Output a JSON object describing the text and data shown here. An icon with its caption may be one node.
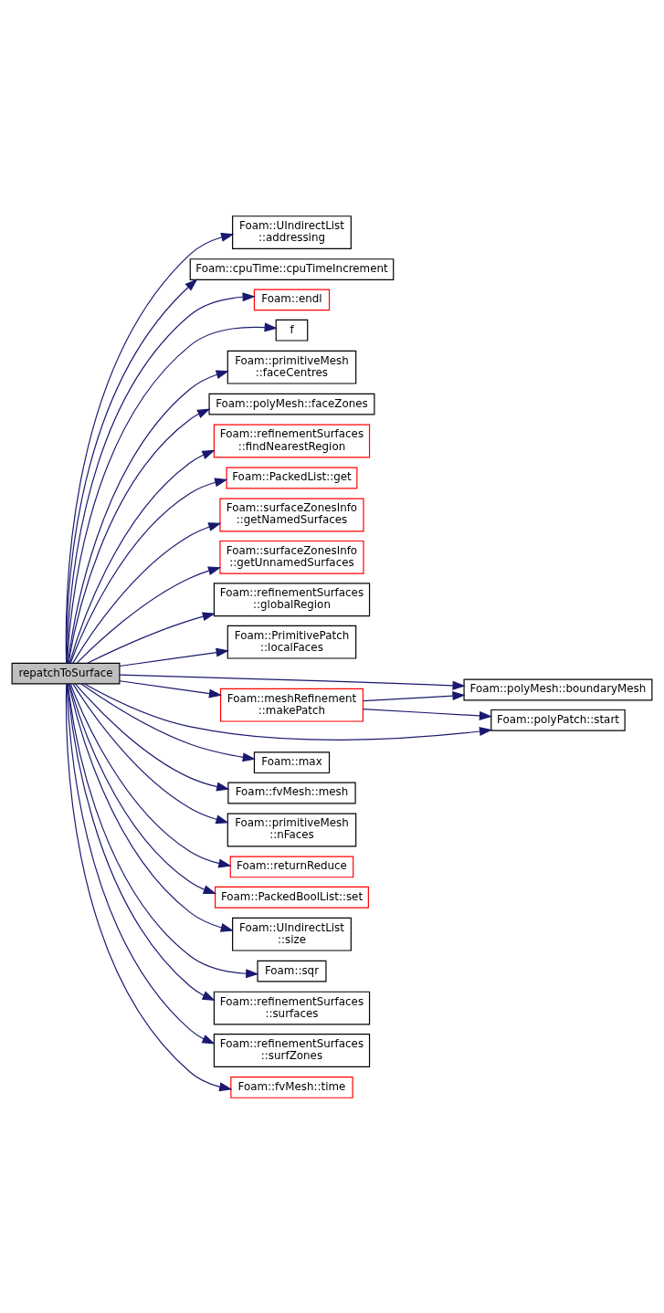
{
  "diagram": {
    "nodes": [
      {
        "text": [
          "repatchToSurface"
        ]
      },
      {
        "text": [
          "Foam::UIndirectList ::addressing"
        ]
      },
      {
        "text": [
          "Foam::cpuTime::cpuTimeIncrement"
        ]
      },
      {
        "text": [
          "Foam::endl"
        ]
      },
      {
        "text": [
          "f"
        ]
      },
      {
        "text": [
          "Foam::primitiveMesh ::faceCentres"
        ]
      },
      {
        "text": [
          "Foam::polyMesh::faceZones"
        ]
      },
      {
        "text": [
          "Foam::refinementSurfaces ::findNearestRegion"
        ]
      },
      {
        "text": [
          "Foam::PackedList::get"
        ]
      },
      {
        "text": [
          "Foam::surfaceZonesInfo ::getNamedSurfaces"
        ]
      },
      {
        "text": [
          "Foam::surfaceZonesInfo ::getUnnamedSurfaces"
        ]
      },
      {
        "text": [
          "Foam::refinementSurfaces ::globalRegion"
        ]
      },
      {
        "text": [
          "Foam::PrimitivePatch ::localFaces"
        ]
      },
      {
        "text": [
          "Foam::meshRefinement ::makePatch"
        ]
      },
      {
        "text": [
          "Foam::polyMesh::boundaryMesh"
        ]
      },
      {
        "text": [
          "Foam::polyPatch::start"
        ]
      },
      {
        "text": [
          "Foam::max"
        ]
      },
      {
        "text": [
          "Foam::fvMesh::mesh"
        ]
      },
      {
        "text": [
          "Foam::primitiveMesh ::nFaces"
        ]
      },
      {
        "text": [
          "Foam::returnReduce"
        ]
      },
      {
        "text": [
          "Foam::PackedBoolList::set"
        ]
      },
      {
        "text": [
          "Foam::UIndirectList ::size"
        ]
      },
      {
        "text": [
          "Foam::sqr"
        ]
      },
      {
        "text": [
          "Foam::refinementSurfaces ::surfaces"
        ]
      },
      {
        "text": [
          "Foam::refinementSurfaces ::surfZones"
        ]
      },
      {
        "text": [
          "Foam::fvMesh::time"
        ]
      }
    ],
    "edges": [
      {
        "from": 0,
        "to": 1,
        "arrow": "to"
      },
      {
        "from": 0,
        "to": 14,
        "arrow": "to"
      },
      {
        "from": 0,
        "to": 2,
        "arrow": "to"
      },
      {
        "from": 0,
        "to": 3,
        "arrow": "to"
      },
      {
        "from": 0,
        "to": 4,
        "arrow": "to"
      },
      {
        "from": 0,
        "to": 5,
        "arrow": "to"
      },
      {
        "from": 0,
        "to": 6,
        "arrow": "to"
      },
      {
        "from": 0,
        "to": 7,
        "arrow": "to"
      },
      {
        "from": 0,
        "to": 8,
        "arrow": "to"
      },
      {
        "from": 0,
        "to": 9,
        "arrow": "to"
      },
      {
        "from": 0,
        "to": 10,
        "arrow": "to"
      },
      {
        "from": 0,
        "to": 11,
        "arrow": "to"
      },
      {
        "from": 0,
        "to": 12,
        "arrow": "to"
      },
      {
        "from": 0,
        "to": 13,
        "arrow": "to"
      },
      {
        "from": 13,
        "to": 14,
        "arrow": "to"
      },
      {
        "from": 13,
        "to": 15,
        "arrow": "to"
      },
      {
        "from": 0,
        "to": 15,
        "arrow": "to"
      },
      {
        "from": 0,
        "to": 16,
        "arrow": "to"
      },
      {
        "from": 0,
        "to": 17,
        "arrow": "to"
      },
      {
        "from": 0,
        "to": 18,
        "arrow": "to"
      },
      {
        "from": 0,
        "to": 19,
        "arrow": "to"
      },
      {
        "from": 0,
        "to": 20,
        "arrow": "to"
      },
      {
        "from": 0,
        "to": 21,
        "arrow": "to"
      },
      {
        "from": 0,
        "to": 22,
        "arrow": "to"
      },
      {
        "from": 0,
        "to": 23,
        "arrow": "to"
      },
      {
        "from": 0,
        "to": 24,
        "arrow": "to"
      },
      {
        "from": 0,
        "to": 25,
        "arrow": "to"
      }
    ]
  }
}
